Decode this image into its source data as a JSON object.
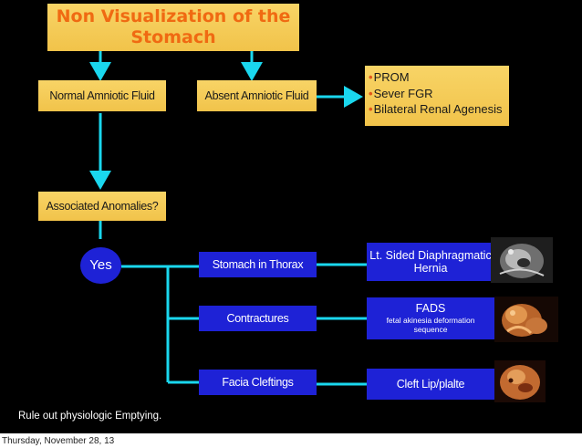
{
  "title_line1": "Non Visualization of the",
  "title_line2": "Stomach",
  "normal_fluid": "Normal Amniotic Fluid",
  "absent_fluid": "Absent Amniotic Fluid",
  "absent_causes": [
    "PROM",
    "Sever FGR",
    "Bilateral Renal Agenesis"
  ],
  "associated": "Associated Anomalies?",
  "yes": "Yes",
  "stomach_thorax": "Stomach in Thorax",
  "contractures": "Contractures",
  "facial_cleftings": "Facia Cleftings",
  "hernia_line1": "Lt. Sided Diaphragmatic",
  "hernia_line2": "Hernia",
  "fads_title": "FADS",
  "fads_sub_line1": "fetal akinesia deformation",
  "fads_sub_line2": "sequence",
  "cleft": "Cleft Lip/plalte",
  "note": "Rule out physiologic Emptying.",
  "footer_date": "Thursday, November 28, 13",
  "colors": {
    "background": "#000000",
    "yellow_box": "#f1c34a",
    "blue_box": "#1e22d6",
    "title_text": "#f06a12",
    "arrow": "#1ad7ee",
    "bullet": "#e2571a"
  },
  "images": [
    "ultrasound-icon",
    "3d-fetus-fads-icon",
    "3d-fetus-cleft-icon"
  ]
}
